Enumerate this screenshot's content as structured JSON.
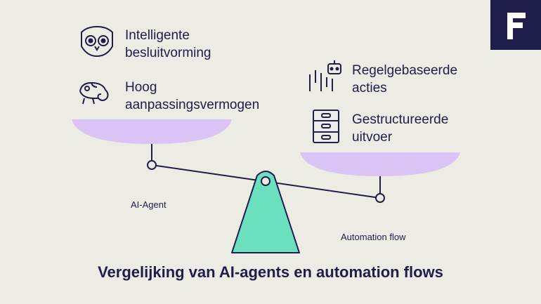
{
  "brand": {
    "logo_icon": "f-logo-icon",
    "color_dark": "#1f1d4a",
    "color_pan": "#d9c4f5",
    "color_base": "#6be0bf"
  },
  "left": {
    "items": [
      {
        "icon": "owl-icon",
        "line1": "Intelligente",
        "line2": "besluitvorming"
      },
      {
        "icon": "chameleon-icon",
        "line1": "Hoog",
        "line2": "aanpassingsvermogen"
      }
    ],
    "caption": "AI-Agent"
  },
  "right": {
    "items": [
      {
        "icon": "robot-icon",
        "line1": "Regelgebaseerde",
        "line2": "acties"
      },
      {
        "icon": "filing-cabinet-icon",
        "line1": "Gestructureerde",
        "line2": "uitvoer"
      }
    ],
    "caption": "Automation flow"
  },
  "title": "Vergelijking van AI-agents en automation flows"
}
